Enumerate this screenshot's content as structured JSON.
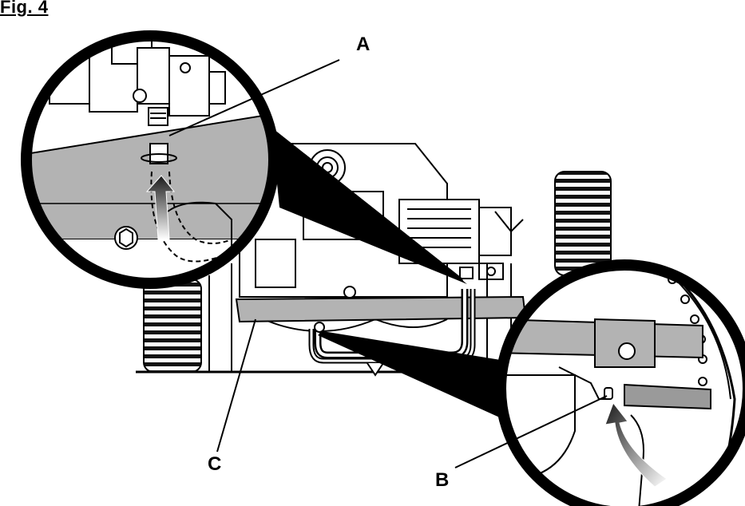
{
  "figure": {
    "title": "Fig. 4",
    "labels": {
      "a": "A",
      "b": "B",
      "c": "C"
    }
  },
  "colors": {
    "ink": "#000000",
    "frame_gray": "#b3b3b3",
    "hose_gray": "#9a9a9a",
    "paper": "#ffffff"
  },
  "icons": [
    "flow-arrow-icon",
    "bolt-icon",
    "tire-tread-icon"
  ]
}
